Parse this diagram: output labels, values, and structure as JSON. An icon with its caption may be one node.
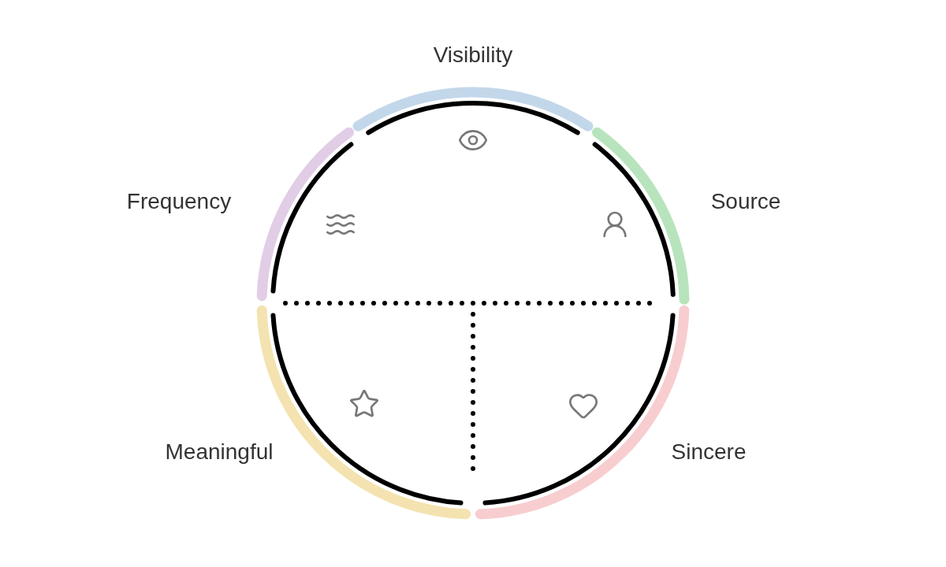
{
  "diagram": {
    "labels": [
      "Visibility",
      "Frequency",
      "Source",
      "Meaningful",
      "Sincere"
    ]
  }
}
